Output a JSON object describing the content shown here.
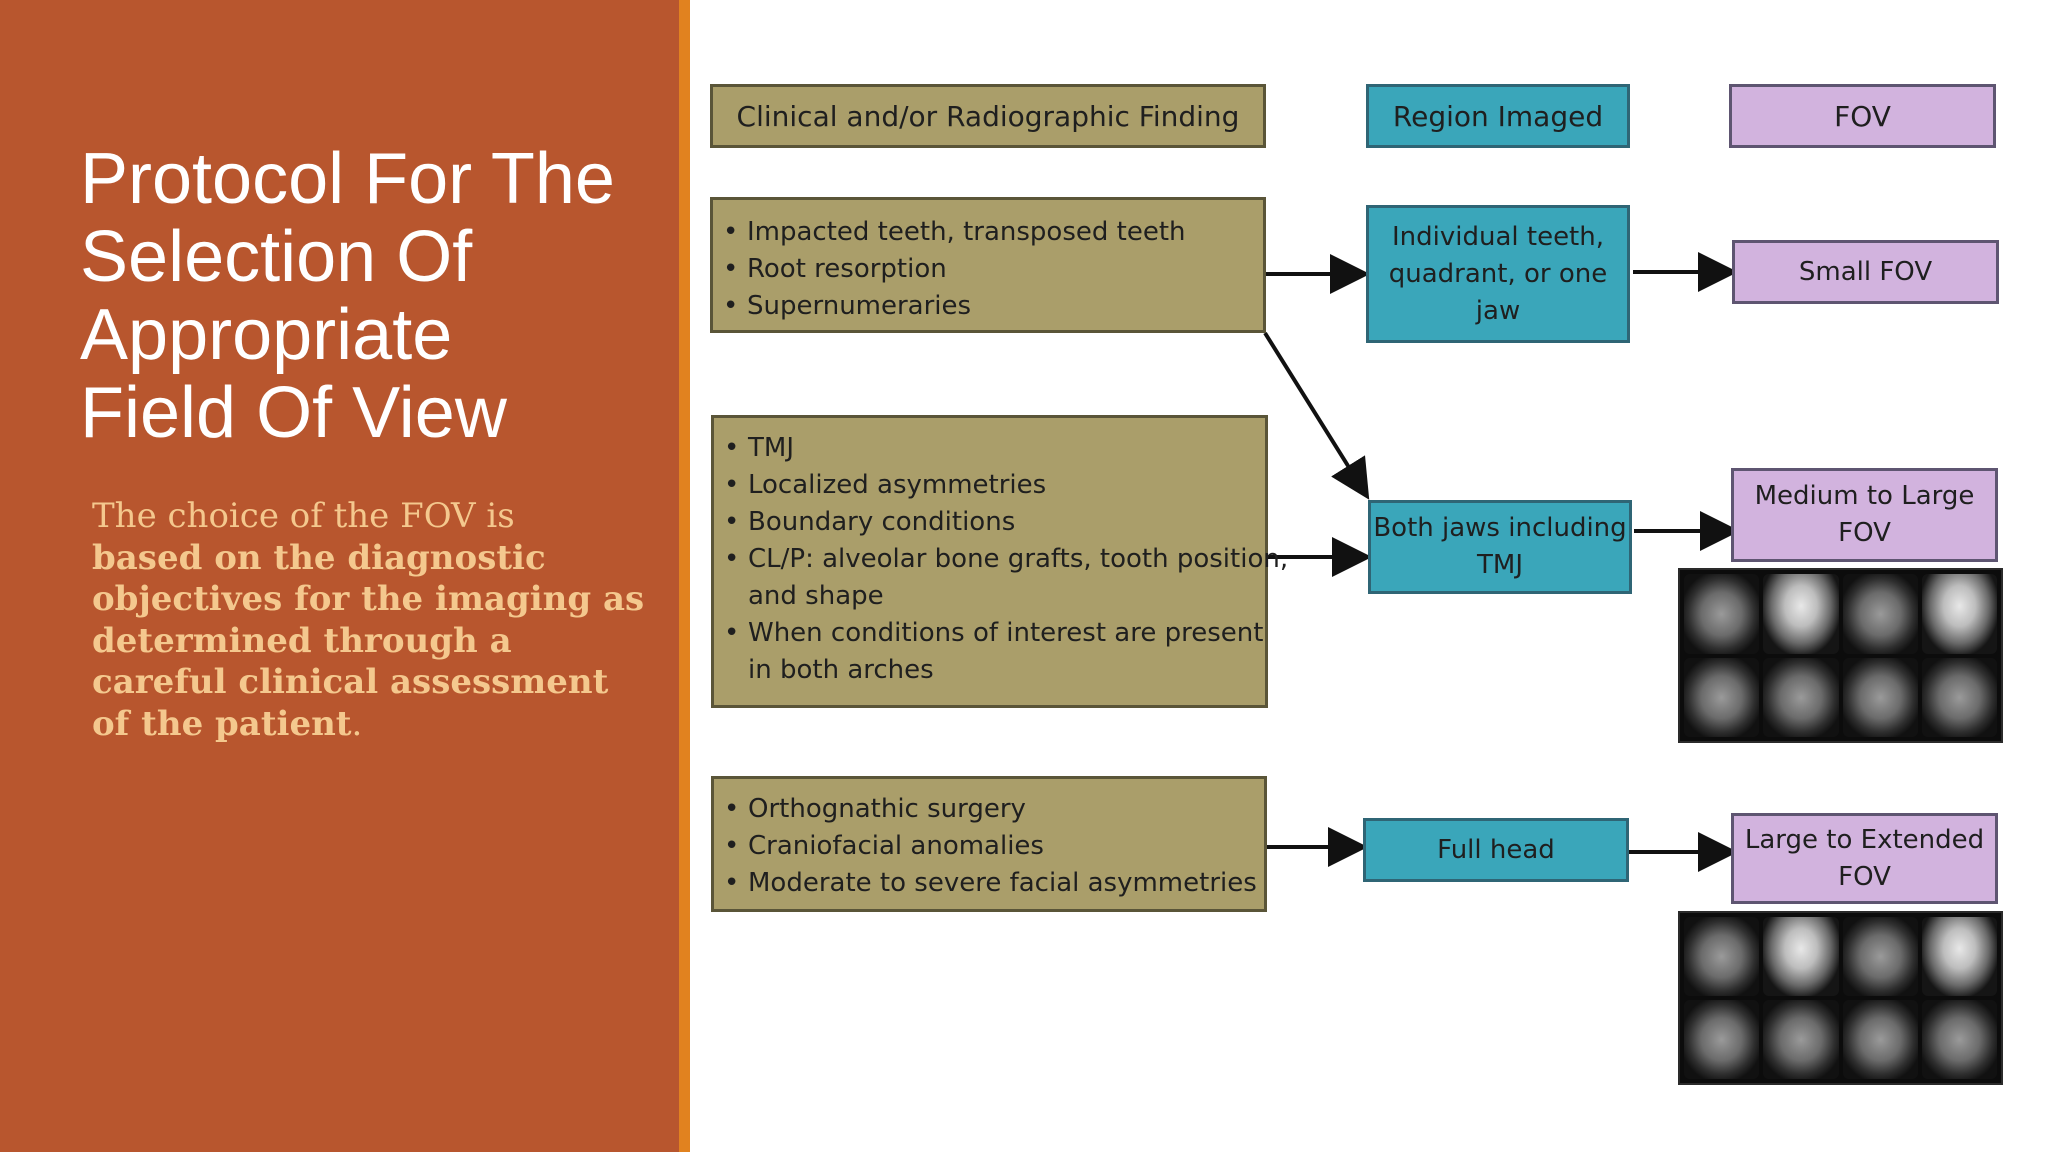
{
  "title_lines": [
    "Protocol For The",
    "Selection Of",
    "Appropriate",
    "Field Of View"
  ],
  "body": {
    "line1": "The choice of the FOV is",
    "line2": "based on the diagnostic",
    "line3": "objectives for the imaging as",
    "line4": "determined through a",
    "line5": "careful clinical assessment",
    "line6": "of the patient",
    "period": "."
  },
  "headers": {
    "finding": "Clinical and/or Radiographic Finding",
    "region": "Region Imaged",
    "fov": "FOV"
  },
  "rows": [
    {
      "findings": [
        "Impacted teeth, transposed teeth",
        "Root resorption",
        "Supernumeraries"
      ],
      "region_lines": [
        "Individual teeth,",
        "quadrant, or one",
        "jaw"
      ],
      "fov_lines": [
        "Small FOV"
      ]
    },
    {
      "findings": [
        "TMJ",
        "Localized asymmetries",
        "Boundary conditions",
        "CL/P: alveolar bone grafts, tooth position,",
        "and shape",
        "When conditions of interest are present",
        "in both arches"
      ],
      "region_lines": [
        "Both jaws including",
        "TMJ"
      ],
      "fov_lines": [
        "Medium to Large",
        "FOV"
      ]
    },
    {
      "findings": [
        "Orthognathic surgery",
        "Craniofacial anomalies",
        "Moderate to severe facial asymmetries"
      ],
      "region_lines": [
        "Full head"
      ],
      "fov_lines": [
        "Large to Extended",
        "FOV"
      ]
    }
  ],
  "colors": {
    "left_panel": "#b8562e",
    "accent_bar": "#e1821f",
    "finding_box": "#aa9e6a",
    "region_box": "#3aa6ba",
    "fov_box": "#d2b3de",
    "body_text": "#f4c88e"
  }
}
